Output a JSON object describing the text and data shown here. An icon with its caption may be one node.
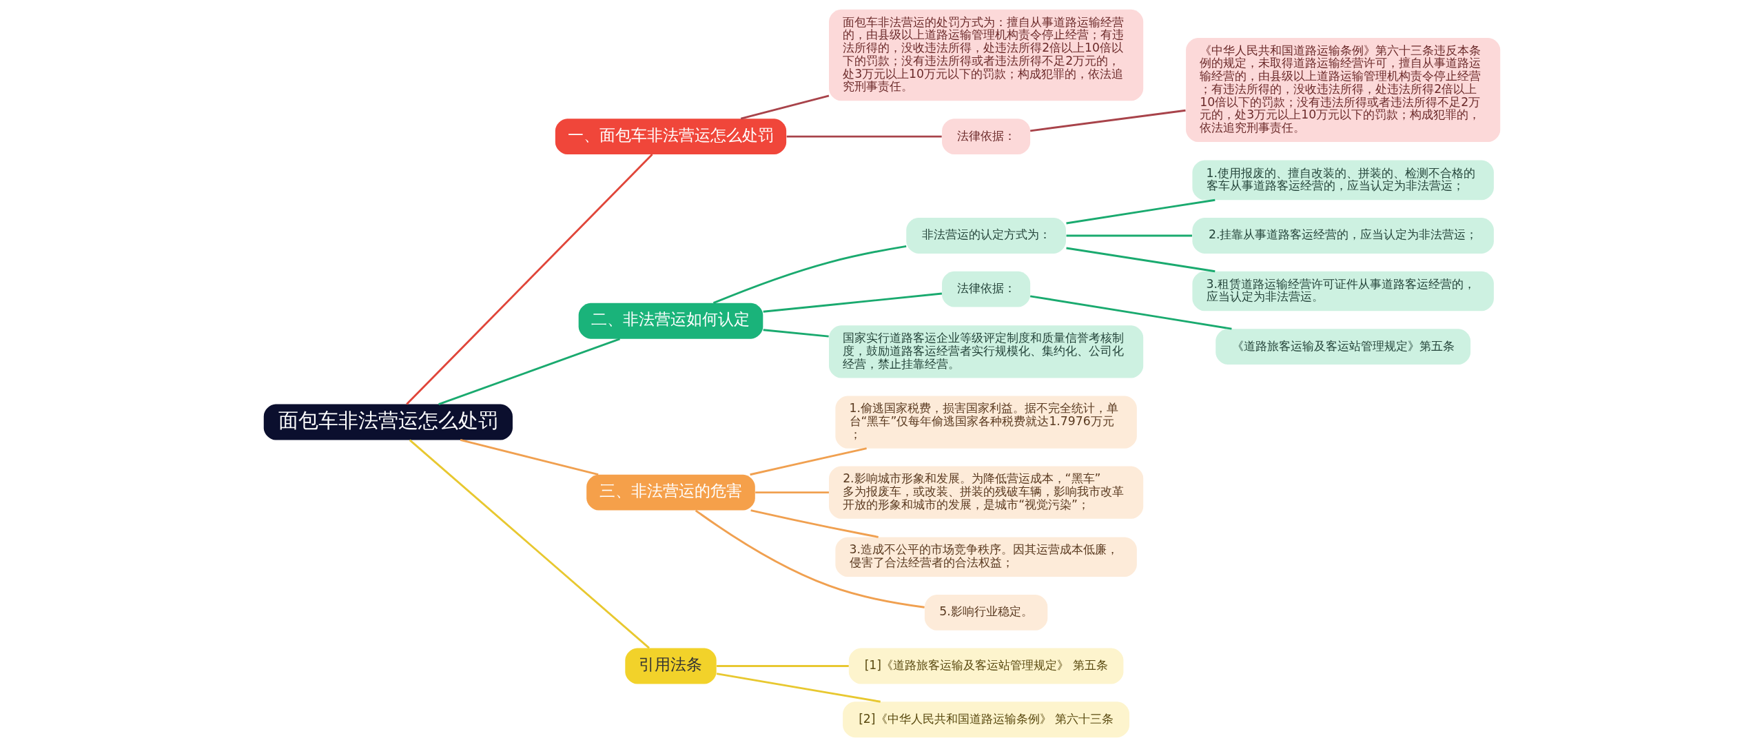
{
  "diagram": {
    "nodes": [
      {
        "text": [
          "面包车非法营运怎么处罚"
        ]
      },
      {
        "text": [
          "一、面包车非法营运怎么处罚"
        ]
      },
      {
        "text": [
          "面包车非法营运的处罚方式为：擅自从事道路运输经营的，由县级以上道路运输管理机构责令停止经营；有违法所得的，没收违法所得，处违法所得2倍以上10倍以下的罚款；没有违法所得或者违法所得不足2万元的，处3万元以上10万元以下的罚款；构成犯罪的，依法追究刑事责任。"
        ]
      },
      {
        "text": [
          "法律依据："
        ]
      },
      {
        "text": [
          "《中华人民共和国道路运输条例》第六十三条违反本条例的规定，未取得道路运输经营许可，擅自从事道路运输经营的，由县级以上道路运输管理机构责令停止经营；有违法所得的，没收违法所得，处违法所得2倍以上10倍以下的罚款；没有违法所得或者违法所得不足2万元的，处3万元以上10万元以下的罚款；构成犯罪的，依法追究刑事责任。"
        ]
      },
      {
        "text": [
          "二、非法营运如何认定"
        ]
      },
      {
        "text": [
          "非法营运的认定方式为："
        ]
      },
      {
        "text": [
          "1.使用报废的、擅自改装的、拼装的、检测不合格的客车从事道路客运经营的，应当认定为非法营运；"
        ]
      },
      {
        "text": [
          "2.挂靠从事道路客运经营的，应当认定为非法营运；"
        ]
      },
      {
        "text": [
          "3.租赁道路运输经营许可证件从事道路客运经营的，应当认定为非法营运。"
        ]
      },
      {
        "text": [
          "法律依据："
        ]
      },
      {
        "text": [
          "《道路旅客运输及客运站管理规定》第五条"
        ]
      },
      {
        "text": [
          "国家实行道路客运企业等级评定制度和质量信誉考核制度，鼓励道路客运经营者实行规模化、集约化、公司化经营，禁止挂靠经营。"
        ]
      },
      {
        "text": [
          "三、非法营运的危害"
        ]
      },
      {
        "text": [
          "1.偷逃国家税费，损害国家利益。据不完全统计，单台“黑车”仅每年偷逃国家各种税费就达1.7976万元；"
        ]
      },
      {
        "text": [
          "2.影响城市形象和发展。为降低营运成本，“黑车”多为报废车，或改装、拼装的残破车辆，影响我市改革开放的形象和城市的发展，是城市“视觉污染”；"
        ]
      },
      {
        "text": [
          "3.造成不公平的市场竞争秩序。因其运营成本低廉，侵害了合法经营者的合法权益；"
        ]
      },
      {
        "text": [
          "5.影响行业稳定。"
        ]
      },
      {
        "text": [
          "引用法条"
        ]
      },
      {
        "text": [
          "[1]《道路旅客运输及客运站管理规定》 第五条"
        ]
      },
      {
        "text": [
          "[2]《中华人民共和国道路运输条例》 第六十三条"
        ]
      }
    ],
    "edges": [
      {
        "from": 0,
        "to": 1,
        "arrow": "none",
        "color": "#e0463a"
      },
      {
        "from": 1,
        "to": 2,
        "arrow": "none",
        "color": "#a8434a"
      },
      {
        "from": 1,
        "to": 3,
        "arrow": "none",
        "color": "#a8434a"
      },
      {
        "from": 3,
        "to": 4,
        "arrow": "none",
        "color": "#a8434a"
      },
      {
        "from": 0,
        "to": 5,
        "arrow": "none",
        "color": "#1aaa6f"
      },
      {
        "from": 5,
        "to": 6,
        "arrow": "none",
        "color": "#1aaa6f"
      },
      {
        "from": 6,
        "to": 7,
        "arrow": "none",
        "color": "#1aaa6f"
      },
      {
        "from": 6,
        "to": 8,
        "arrow": "none",
        "color": "#1aaa6f"
      },
      {
        "from": 6,
        "to": 9,
        "arrow": "none",
        "color": "#1aaa6f"
      },
      {
        "from": 5,
        "to": 10,
        "arrow": "none",
        "color": "#1aaa6f"
      },
      {
        "from": 10,
        "to": 11,
        "arrow": "none",
        "color": "#1aaa6f"
      },
      {
        "from": 5,
        "to": 12,
        "arrow": "none",
        "color": "#1aaa6f"
      },
      {
        "from": 0,
        "to": 13,
        "arrow": "none",
        "color": "#f0a050"
      },
      {
        "from": 13,
        "to": 14,
        "arrow": "none",
        "color": "#f0a050"
      },
      {
        "from": 13,
        "to": 15,
        "arrow": "none",
        "color": "#f0a050"
      },
      {
        "from": 13,
        "to": 16,
        "arrow": "none",
        "color": "#f0a050"
      },
      {
        "from": 13,
        "to": 17,
        "arrow": "none",
        "color": "#f0a050"
      },
      {
        "from": 0,
        "to": 18,
        "arrow": "none",
        "color": "#e8c830"
      },
      {
        "from": 18,
        "to": 19,
        "arrow": "none",
        "color": "#e8c830"
      },
      {
        "from": 18,
        "to": 20,
        "arrow": "none",
        "color": "#e8c830"
      }
    ]
  }
}
